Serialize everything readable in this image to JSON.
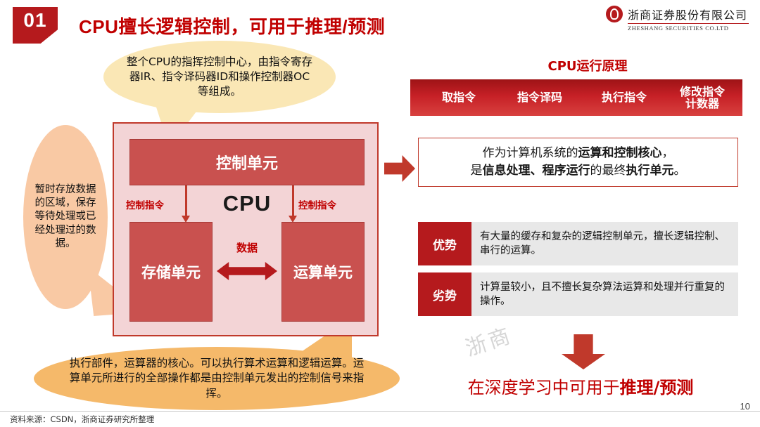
{
  "header": {
    "badge_number": "01",
    "title": "CPU擅长逻辑控制，可用于推理/预测",
    "logo_cn": "浙商证券股份有限公司",
    "logo_en": "ZHESHANG SECURITIES CO.LTD"
  },
  "callouts": {
    "control_unit": "整个CPU的指挥控制中心，由指令寄存器IR、指令译码器ID和操作控制器OC等组成。",
    "storage_unit": "暂时存放数据的区域，保存等待处理或已经处理过的数据。",
    "alu_unit": "执行部件，运算器的核心。可以执行算术运算和逻辑运算。运算单元所进行的全部操作都是由控制单元发出的控制信号来指挥。"
  },
  "cpu_diagram": {
    "chip_label": "CPU",
    "control_block": "控制单元",
    "storage_block": "存储单元",
    "alu_block": "运算单元",
    "control_signal_left": "控制指令",
    "control_signal_right": "控制指令",
    "data_label": "数据"
  },
  "flow": {
    "title": "CPU运行原理",
    "steps": [
      {
        "label": "取指令"
      },
      {
        "label": "指令译码"
      },
      {
        "label": "执行指令"
      },
      {
        "label": "修改指令\n计数器"
      }
    ]
  },
  "summary": {
    "line1_plain_a": "作为计算机系统的",
    "line1_bold": "运算和控制核心",
    "line1_plain_b": "，",
    "line2_plain_a": "是",
    "line2_bold_a": "信息处理、程序运行",
    "line2_plain_b": "的最终",
    "line2_bold_b": "执行单元",
    "line2_plain_c": "。"
  },
  "pros_cons": [
    {
      "tag": "优势",
      "text": "有大量的缓存和复杂的逻辑控制单元，擅长逻辑控制、串行的运算。"
    },
    {
      "tag": "劣势",
      "text": "计算量较小，且不擅长复杂算法运算和处理并行重复的操作。"
    }
  ],
  "conclusion": {
    "plain": "在深度学习中可用于",
    "bold": "推理/预测"
  },
  "watermark": "浙商",
  "footer": {
    "source": "资料来源：CSDN，浙商证券研究所整理",
    "page": "10"
  },
  "colors": {
    "brand_red": "#b51a1d",
    "title_red": "#c00000",
    "block_red": "#c9514f",
    "chip_pink": "#f3d4d6",
    "callout_yellow": "#fae7b5",
    "callout_orange_light": "#f9c9a4",
    "callout_orange": "#f5b96a",
    "row_grey": "#e8e8e8"
  }
}
